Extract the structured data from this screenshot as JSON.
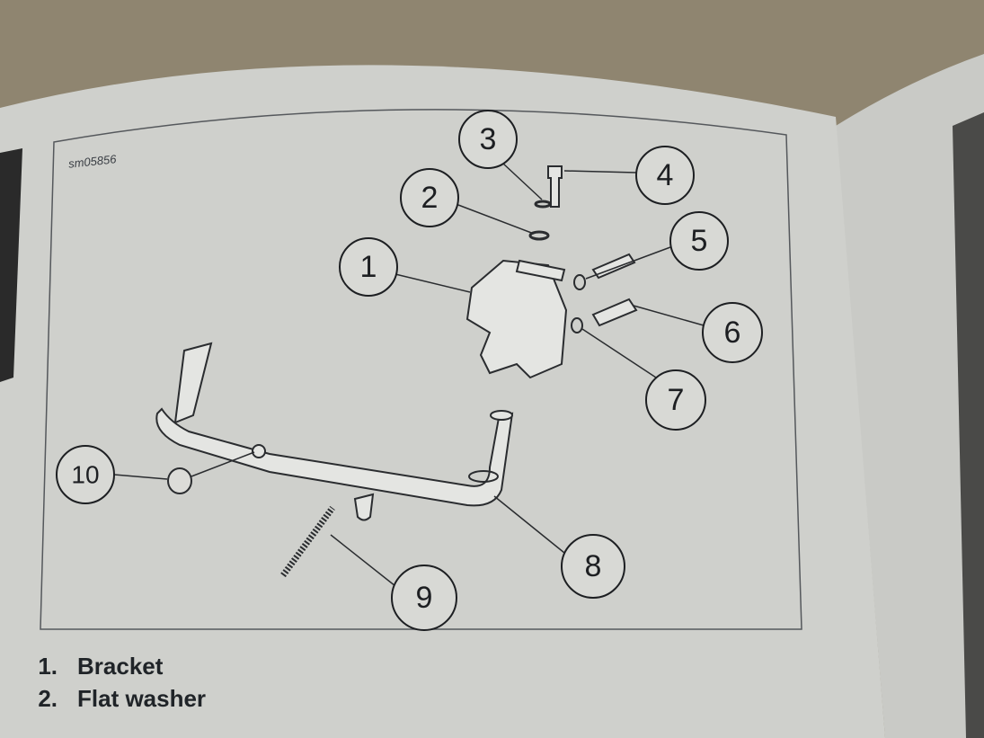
{
  "figure": {
    "id": "sm05856",
    "callouts": [
      "1",
      "2",
      "3",
      "4",
      "5",
      "6",
      "7",
      "8",
      "9",
      "10"
    ]
  },
  "legend": [
    {
      "number": "1.",
      "label": "Bracket"
    },
    {
      "number": "2.",
      "label": "Flat washer"
    }
  ],
  "colors": {
    "page": "#cfd0cc",
    "ink": "#1d1f22",
    "background": "#8f8570"
  }
}
